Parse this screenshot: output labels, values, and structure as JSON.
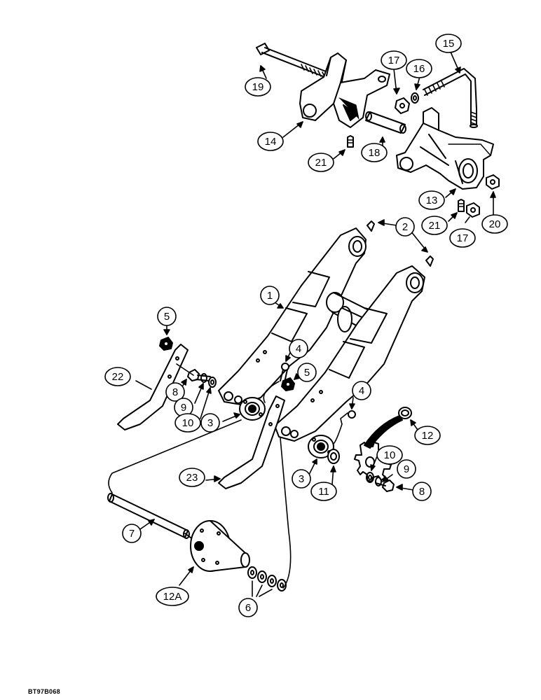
{
  "callouts": [
    {
      "id": "1",
      "label": "1"
    },
    {
      "id": "2",
      "label": "2"
    },
    {
      "id": "3a",
      "label": "3"
    },
    {
      "id": "3b",
      "label": "3"
    },
    {
      "id": "4a",
      "label": "4"
    },
    {
      "id": "4b",
      "label": "4"
    },
    {
      "id": "5a",
      "label": "5"
    },
    {
      "id": "5b",
      "label": "5"
    },
    {
      "id": "6",
      "label": "6"
    },
    {
      "id": "7",
      "label": "7"
    },
    {
      "id": "8a",
      "label": "8"
    },
    {
      "id": "8b",
      "label": "8"
    },
    {
      "id": "9a",
      "label": "9"
    },
    {
      "id": "9b",
      "label": "9"
    },
    {
      "id": "10a",
      "label": "10"
    },
    {
      "id": "10b",
      "label": "10"
    },
    {
      "id": "11",
      "label": "11"
    },
    {
      "id": "12",
      "label": "12"
    },
    {
      "id": "12A",
      "label": "12A"
    },
    {
      "id": "13",
      "label": "13"
    },
    {
      "id": "14",
      "label": "14"
    },
    {
      "id": "15",
      "label": "15"
    },
    {
      "id": "16",
      "label": "16"
    },
    {
      "id": "17a",
      "label": "17"
    },
    {
      "id": "17b",
      "label": "17"
    },
    {
      "id": "18",
      "label": "18"
    },
    {
      "id": "19",
      "label": "19"
    },
    {
      "id": "20",
      "label": "20"
    },
    {
      "id": "21a",
      "label": "21"
    },
    {
      "id": "21b",
      "label": "21"
    },
    {
      "id": "22",
      "label": "22"
    },
    {
      "id": "23",
      "label": "23"
    }
  ],
  "figure_code": "BT97B068"
}
